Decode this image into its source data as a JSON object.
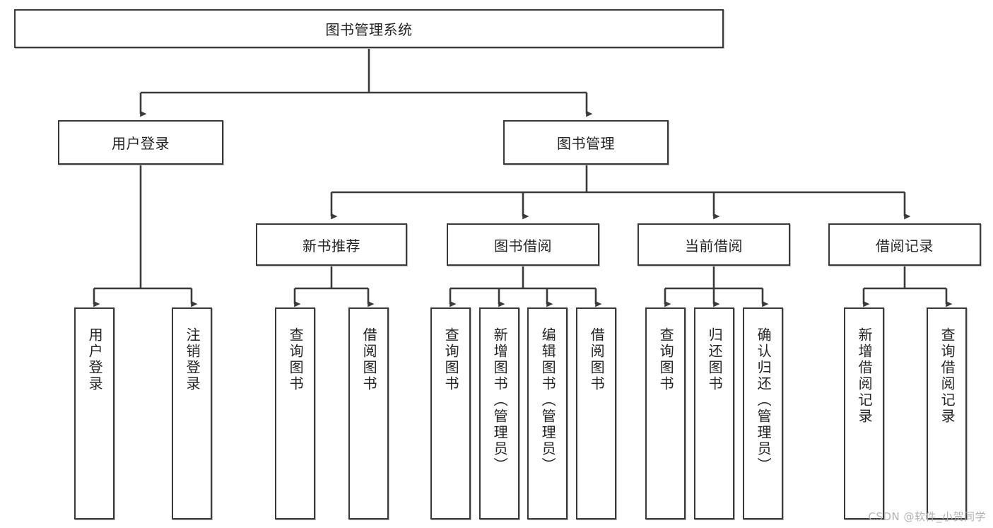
{
  "diagram": {
    "type": "tree-hierarchy",
    "title": "图书管理系统",
    "watermark": "CSDN @软件_小贺同学",
    "colors": {
      "box_border": "#3a3a3a",
      "box_fill": "#ffffff",
      "connector": "#3a3a3a",
      "watermark": "#b3b3b3",
      "background": "#ffffff"
    },
    "levels": {
      "root": {
        "label": "图书管理系统"
      },
      "level2": [
        {
          "label": "用户登录"
        },
        {
          "label": "图书管理"
        }
      ],
      "level3": [
        {
          "label": "新书推荐"
        },
        {
          "label": "图书借阅"
        },
        {
          "label": "当前借阅"
        },
        {
          "label": "借阅记录"
        }
      ],
      "leaves": [
        {
          "label": "用户登录",
          "parent": "用户登录"
        },
        {
          "label": "注销登录",
          "parent": "用户登录"
        },
        {
          "label": "查询图书",
          "parent": "新书推荐"
        },
        {
          "label": "借阅图书",
          "parent": "新书推荐"
        },
        {
          "label": "查询图书",
          "parent": "图书借阅"
        },
        {
          "label": "新增图书（管理员）",
          "parent": "图书借阅"
        },
        {
          "label": "编辑图书（管理员）",
          "parent": "图书借阅"
        },
        {
          "label": "借阅图书",
          "parent": "图书借阅"
        },
        {
          "label": "查询图书",
          "parent": "当前借阅"
        },
        {
          "label": "归还图书",
          "parent": "当前借阅"
        },
        {
          "label": "确认归还（管理员）",
          "parent": "当前借阅"
        },
        {
          "label": "新增借阅记录",
          "parent": "借阅记录"
        },
        {
          "label": "查询借阅记录",
          "parent": "借阅记录"
        }
      ]
    }
  }
}
